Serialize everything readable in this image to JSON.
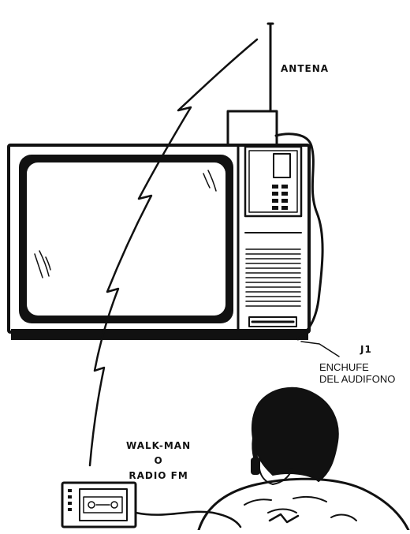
{
  "labels": {
    "antenna": "ANTENA",
    "jack_id": "J1",
    "jack_line1": "ENCHUFE",
    "jack_line2": "DEL AUDIFONO",
    "receiver_line1": "WALK-MAN",
    "receiver_line2": "O",
    "receiver_line3": "RADIO FM"
  },
  "colors": {
    "ink": "#111111",
    "paper": "#ffffff"
  },
  "icons": {
    "transmission": "lightning-bolt-wave",
    "listener": "person-with-headphones"
  }
}
